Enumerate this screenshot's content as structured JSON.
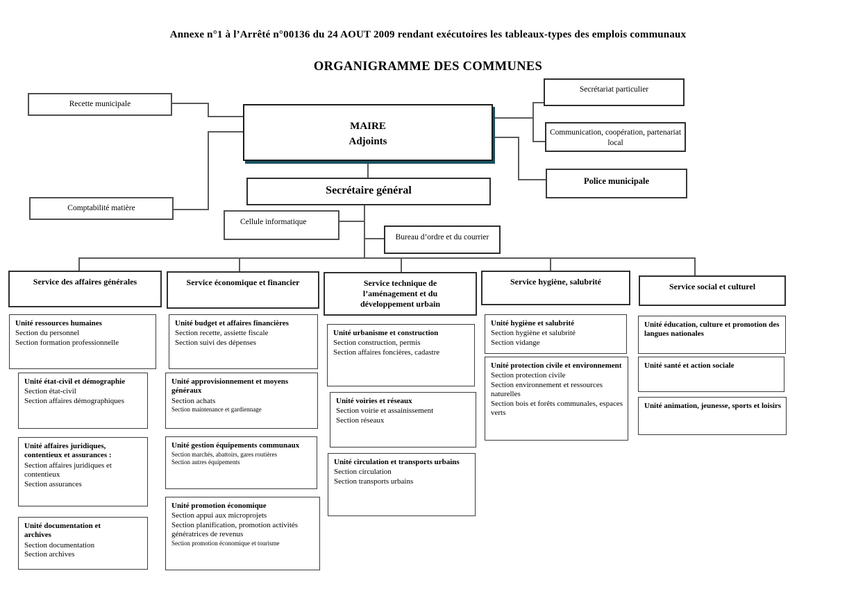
{
  "page": {
    "annexe_title": "Annexe n°1 à l’Arrêté n°00136 du 24 AOUT 2009 rendant exécutoires les tableaux-types des emplois communaux",
    "main_title": "ORGANIGRAMME DES COMMUNES"
  },
  "direction": {
    "recette": "Recette municipale",
    "comptabilite": "Comptabilité matière",
    "maire_line1": "MAIRE",
    "maire_line2": "Adjoints",
    "secretariat_particulier": "Secrétariat particulier",
    "communication": "Communication, coopération, partenariat local",
    "police": "Police municipale",
    "secretaire_general": "Secrétaire général",
    "cellule_informatique": "Cellule informatique",
    "bureau_ordre": "Bureau d’ordre et du courrier"
  },
  "services": [
    {
      "label": "Service des affaires générales",
      "units": [
        {
          "title": "Unité ressources humaines",
          "sections": [
            "Section du personnel",
            "Section formation professionnelle"
          ]
        },
        {
          "title": "Unité état-civil et démographie",
          "sections": [
            "Section état-civil",
            "Section affaires démographiques"
          ]
        },
        {
          "title": "Unité affaires juridiques, contentieux et assurances :",
          "sections": [
            "Section affaires juridiques et contentieux",
            "Section assurances"
          ]
        },
        {
          "title": "Unité documentation et archives",
          "sections": [
            "Section documentation",
            "Section archives"
          ]
        }
      ]
    },
    {
      "label": "Service économique et financier",
      "units": [
        {
          "title": "Unité budget et affaires financières",
          "sections": [
            "Section recette, assiette fiscale",
            "Section suivi des dépenses"
          ]
        },
        {
          "title": "Unité approvisionnement et moyens généraux",
          "sections": [
            "Section achats",
            "Section maintenance et gardiennage"
          ]
        },
        {
          "title": "Unité gestion équipements communaux",
          "sections": [
            "Section marchés, abattoirs, gares routières",
            "Section autres équipements"
          ]
        },
        {
          "title": "Unité promotion économique",
          "sections": [
            "Section appui aux microprojets",
            "Section planification, promotion activités génératrices de revenus",
            "Section promotion économique et tourisme"
          ]
        }
      ]
    },
    {
      "label": "Service technique de l’aménagement et du développement urbain",
      "units": [
        {
          "title": "Unité urbanisme et construction",
          "sections": [
            "Section construction, permis",
            "Section affaires foncières, cadastre"
          ]
        },
        {
          "title": "Unité voiries et réseaux",
          "sections": [
            "Section voirie et assainissement",
            "Section réseaux"
          ]
        },
        {
          "title": "Unité circulation et transports urbains",
          "sections": [
            "Section circulation",
            "Section transports urbains"
          ]
        }
      ]
    },
    {
      "label": "Service hygiène, salubrité",
      "units": [
        {
          "title": "Unité hygiène et salubrité",
          "sections": [
            "Section hygiène et salubrité",
            "Section vidange"
          ]
        },
        {
          "title": "Unité protection civile et environnement",
          "sections": [
            "Section protection civile",
            "Section environnement et ressources naturelles",
            "Section bois et forêts communales, espaces verts"
          ]
        }
      ]
    },
    {
      "label": "Service social et culturel",
      "units": [
        {
          "title": "Unité éducation, culture et promotion des langues nationales",
          "sections": []
        },
        {
          "title": "Unité santé et action sociale",
          "sections": []
        },
        {
          "title": "Unité animation, jeunesse, sports et loisirs",
          "sections": []
        }
      ]
    }
  ],
  "palette": {
    "connector": "#5a5a5a",
    "box_border": "#3a3a3a",
    "maire_shadow": "#19505f",
    "text": "#000000",
    "background": "#ffffff"
  }
}
